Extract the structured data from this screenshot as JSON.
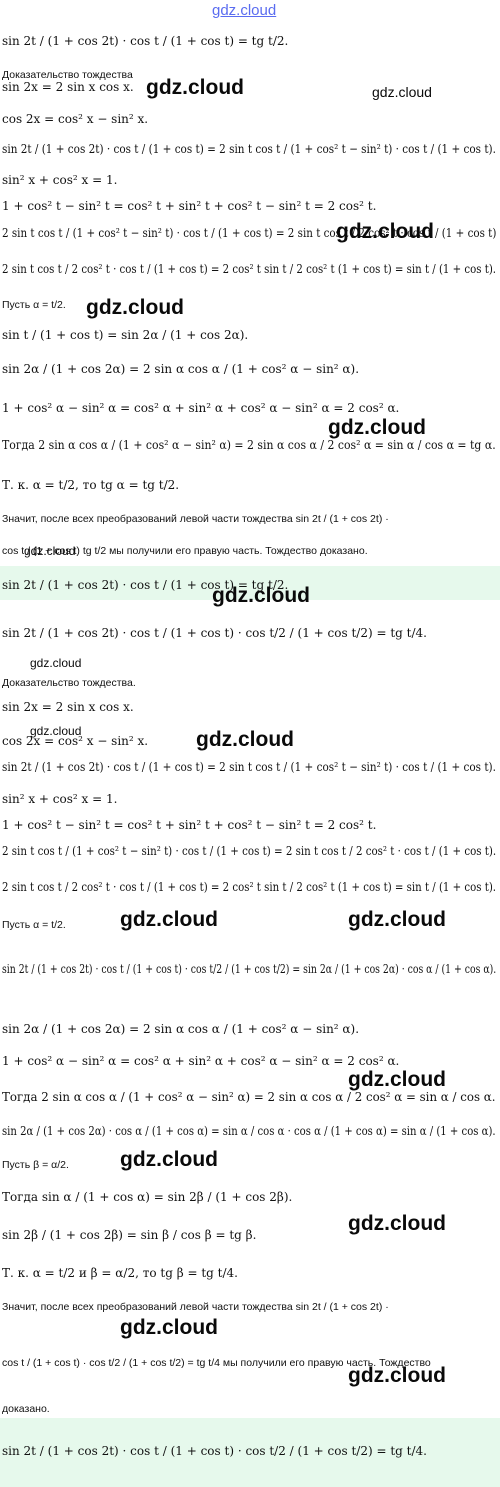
{
  "watermark": "gdz.cloud",
  "lines": [
    "sin 2t / (1 + cos 2t) · cos t / (1 + cos t) = tg t/2.",
    "Доказательство тождества",
    "sin 2x = 2 sin x cos x.",
    "cos 2x = cos² x − sin² x.",
    "sin 2t / (1 + cos 2t) · cos t / (1 + cos t) = 2 sin t cos t / (1 + cos² t − sin² t) · cos t / (1 + cos t).",
    "sin² x + cos² x = 1.",
    "1 + cos² t − sin² t = cos² t + sin² t + cos² t − sin² t = 2 cos² t.",
    "2 sin t cos t / (1 + cos² t − sin² t) · cos t / (1 + cos t) = 2 sin t cos t / 2 cos² t · cos t / (1 + cos t)",
    "2 sin t cos t / 2 cos² t · cos t / (1 + cos t) = 2 cos² t sin t / 2 cos² t (1 + cos t) = sin t / (1 + cos t).",
    "Пусть α = t/2.",
    "sin t / (1 + cos t) = sin 2α / (1 + cos 2α).",
    "sin 2α / (1 + cos 2α) = 2 sin α cos α / (1 + cos² α − sin² α).",
    "1 + cos² α − sin² α = cos² α + sin² α + cos² α − sin² α = 2 cos² α.",
    "Тогда 2 sin α cos α / (1 + cos² α − sin² α) = 2 sin α cos α / 2 cos² α = sin α / cos α = tg α.",
    "Т. к. α = t/2, то tg α = tg t/2.",
    "Значит, после всех преобразований левой части тождества sin 2t / (1 + cos 2t) ·",
    "cos t / (1 + cos t) tg t/2 мы получили его правую часть. Тождество доказано.",
    "sin 2t / (1 + cos 2t) · cos t / (1 + cos t) = tg t/2.",
    "sin 2t / (1 + cos 2t) · cos t / (1 + cos t) · cos t/2 / (1 + cos t/2) = tg t/4.",
    "Доказательство тождества.",
    "sin 2x = 2 sin x cos x.",
    "cos 2x = cos² x − sin² x.",
    "sin 2t / (1 + cos 2t) · cos t / (1 + cos t) = 2 sin t cos t / (1 + cos² t − sin² t) · cos t / (1 + cos t).",
    "sin² x + cos² x = 1.",
    "1 + cos² t − sin² t = cos² t + sin² t + cos² t − sin² t = 2 cos² t.",
    "2 sin t cos t / (1 + cos² t − sin² t) · cos t / (1 + cos t) = 2 sin t cos t / 2 cos² t · cos t / (1 + cos t).",
    "2 sin t cos t / 2 cos² t · cos t / (1 + cos t) = 2 cos² t sin t / 2 cos² t (1 + cos t) = sin t / (1 + cos t).",
    "Пусть α = t/2.",
    "sin 2t / (1 + cos 2t) · cos t / (1 + cos t) · cos t/2 / (1 + cos t/2) = sin 2α / (1 + cos 2α) · cos α / (1 + cos α).",
    "sin 2α / (1 + cos 2α) = 2 sin α cos α / (1 + cos² α − sin² α).",
    "1 + cos² α − sin² α = cos² α + sin² α + cos² α − sin² α = 2 cos² α.",
    "Тогда 2 sin α cos α / (1 + cos² α − sin² α) = 2 sin α cos α / 2 cos² α = sin α / cos α.",
    "sin 2α / (1 + cos 2α) · cos α / (1 + cos α) = sin α / cos α · cos α / (1 + cos α) = sin α / (1 + cos α).",
    "Пусть β = α/2.",
    "Тогда sin α / (1 + cos α) = sin 2β / (1 + cos 2β).",
    "sin 2β / (1 + cos 2β) = sin β / cos β = tg β.",
    "Т. к. α = t/2 и β = α/2, то tg β = tg t/4.",
    "Значит, после всех преобразований левой части тождества sin 2t / (1 + cos 2t) ·",
    "cos t / (1 + cos t) · cos t/2 / (1 + cos t/2) = tg t/4 мы получили его правую часть. Тождество",
    "доказано.",
    "sin 2t / (1 + cos 2t) · cos t / (1 + cos t) · cos t/2 / (1 + cos t/2) = tg t/4."
  ]
}
